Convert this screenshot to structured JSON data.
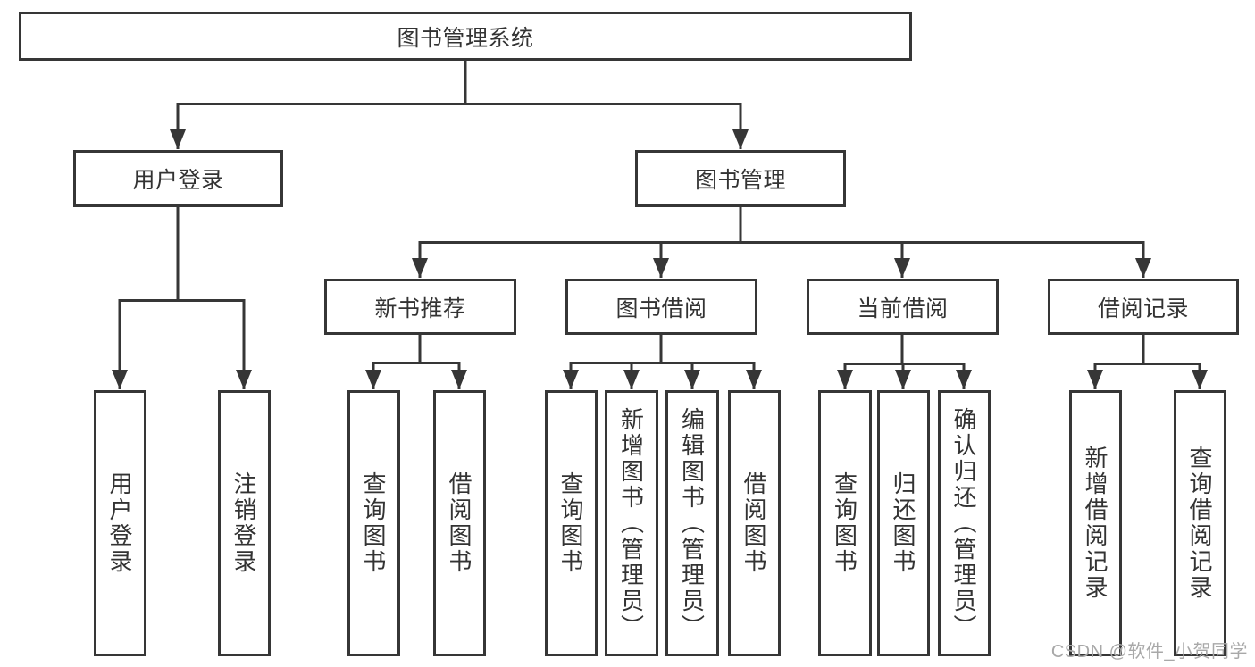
{
  "diagram": {
    "root": {
      "label": "图书管理系统"
    },
    "level1": [
      {
        "label": "用户登录"
      },
      {
        "label": "图书管理"
      }
    ],
    "level2": [
      {
        "label": "新书推荐",
        "parent": "图书管理"
      },
      {
        "label": "图书借阅",
        "parent": "图书管理"
      },
      {
        "label": "当前借阅",
        "parent": "图书管理"
      },
      {
        "label": "借阅记录",
        "parent": "图书管理"
      }
    ],
    "leaves": [
      {
        "label": "用户登录",
        "parent": "用户登录"
      },
      {
        "label": "注销登录",
        "parent": "用户登录"
      },
      {
        "label": "查询图书",
        "parent": "新书推荐"
      },
      {
        "label": "借阅图书",
        "parent": "新书推荐"
      },
      {
        "label": "查询图书",
        "parent": "图书借阅"
      },
      {
        "label": "新增图书（管理员）",
        "parent": "图书借阅"
      },
      {
        "label": "编辑图书（管理员）",
        "parent": "图书借阅"
      },
      {
        "label": "借阅图书",
        "parent": "图书借阅"
      },
      {
        "label": "查询图书",
        "parent": "当前借阅"
      },
      {
        "label": "归还图书",
        "parent": "当前借阅"
      },
      {
        "label": "确认归还（管理员）",
        "parent": "当前借阅"
      },
      {
        "label": "新增借阅记录",
        "parent": "借阅记录"
      },
      {
        "label": "查询借阅记录",
        "parent": "借阅记录"
      }
    ]
  },
  "watermark": {
    "text": "CSDN @软件_小贺同学"
  },
  "colors": {
    "line": "#363636",
    "text": "#333333",
    "watermark": "#a8a8a8",
    "background": "#ffffff"
  }
}
